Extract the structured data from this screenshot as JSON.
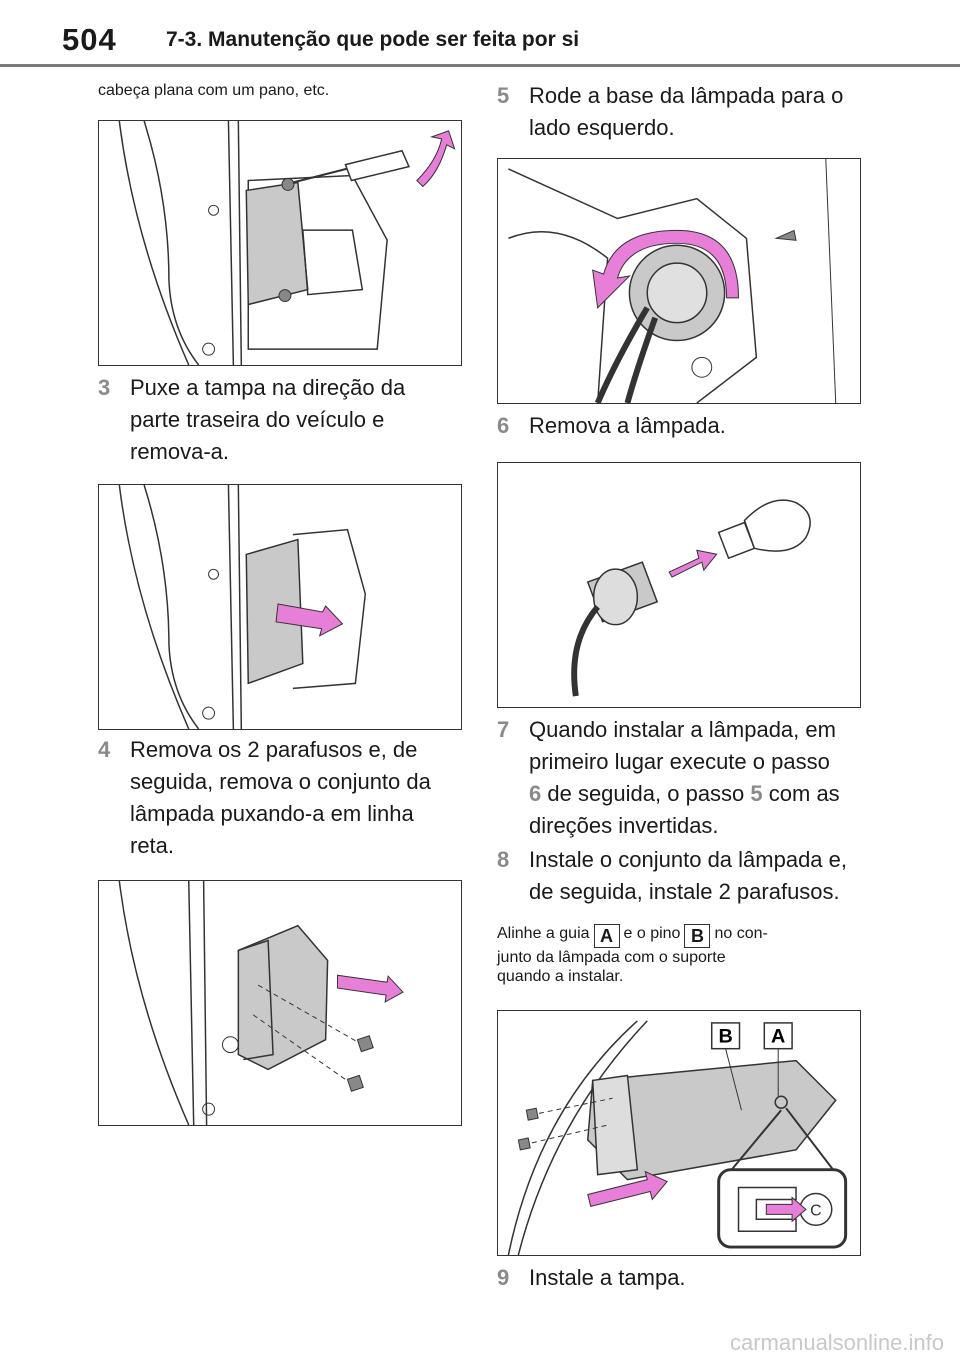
{
  "header": {
    "page_number": "504",
    "section_title": "7-3. Manutenção que pode ser feita por si"
  },
  "intro_text": "cabeça plana com um pano, etc.",
  "steps": {
    "s3": {
      "num": "3",
      "line1": "Puxe a tampa na direção da",
      "line2": "parte traseira do veículo e",
      "line3": "remova-a."
    },
    "s4": {
      "num": "4",
      "line1": "Remova os 2 parafusos e, de",
      "line2": "seguida, remova o conjunto da",
      "line3": "lâmpada puxando-a em linha",
      "line4": "reta."
    },
    "s5": {
      "num": "5",
      "line1": "Rode a base da lâmpada para o",
      "line2": "lado esquerdo."
    },
    "s6": {
      "num": "6",
      "line1": "Remova a lâmpada."
    },
    "s7": {
      "num": "7",
      "line1": "Quando instalar a lâmpada, em",
      "line2": "primeiro lugar execute o passo",
      "ref_a": "6",
      "line3_mid": " de seguida, o passo ",
      "ref_b": "5",
      "line3_end": " com as",
      "line4": "direções invertidas."
    },
    "s8": {
      "num": "8",
      "line1": "Instale o conjunto da lâmpada e,",
      "line2": "de seguida, instale 2 parafusos."
    },
    "s9": {
      "num": "9",
      "line1": "Instale a tampa."
    }
  },
  "note": {
    "part1": "Alinhe a guia",
    "label_a": "A",
    "part2": "e o pino",
    "label_b": "B",
    "part3": "no con-",
    "line2": "junto da lâmpada com o suporte",
    "line3": "quando a instalar."
  },
  "figure_labels": {
    "a": "A",
    "b": "B",
    "c": "C"
  },
  "colors": {
    "arrow": "#e77fd8",
    "part_fill": "#c9c9c9",
    "step_number": "#8a8a8a"
  },
  "watermark": "carmanualsonline.info"
}
